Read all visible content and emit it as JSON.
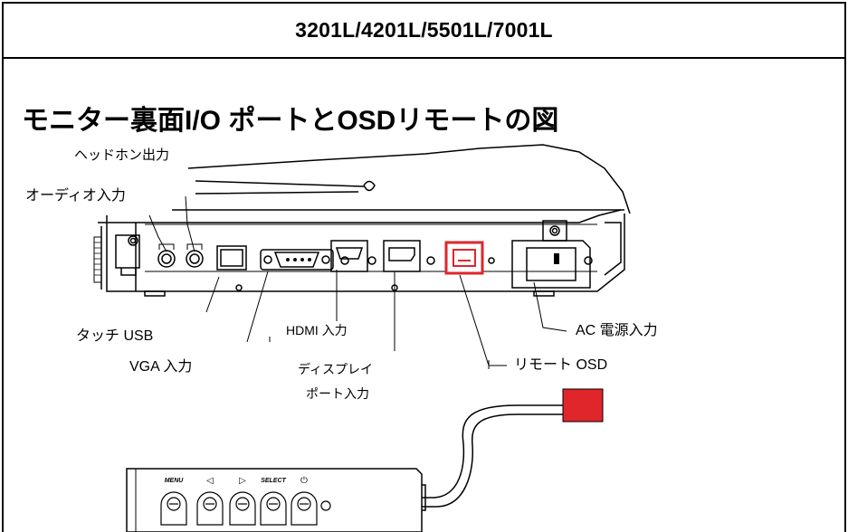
{
  "header": {
    "model_title": "3201L/4201L/5501L/7001L"
  },
  "section": {
    "title": "モニター裏面I/O ポートとOSDリモートの図"
  },
  "labels": {
    "headphone_out": "ヘッドホン出力",
    "audio_in": "オーディオ入力",
    "touch_usb": "タッチ USB",
    "vga_in": "VGA  入力",
    "hdmi_in": "HDMI 入力",
    "displayport_in_line1": "ディスプレイ",
    "displayport_in_line2": "ポート入力",
    "remote_osd": "リモート OSD",
    "ac_power_in": "AC 電源入力"
  },
  "remote_buttons": {
    "menu": "MENU",
    "left": "◁",
    "right": "▷",
    "select": "SELECT",
    "power": "⏻"
  },
  "colors": {
    "remote_osd_accent": "#e0262b"
  }
}
